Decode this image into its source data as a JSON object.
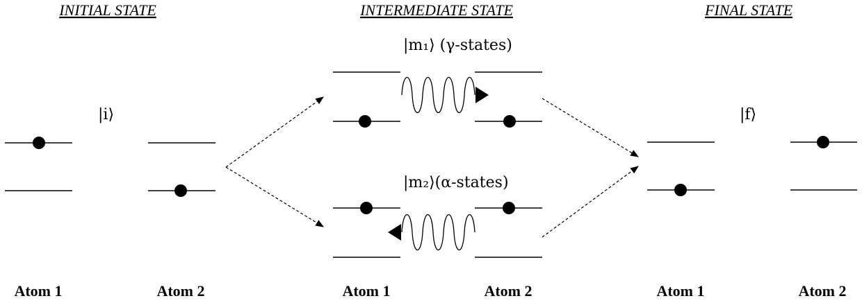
{
  "headers": {
    "initial": "INITIAL STATE",
    "intermediate": "INTERMEDIATE STATE",
    "final": "FINAL STATE"
  },
  "kets": {
    "initial": "|i⟩",
    "final": "|f⟩",
    "m1": "|m₁⟩ (γ-states)",
    "m2": "|m₂⟩(α-states)"
  },
  "atom_labels": {
    "initial_atom1": "Atom 1",
    "initial_atom2": "Atom 2",
    "intermediate_atom1": "Atom 1",
    "intermediate_atom2": "Atom 2",
    "final_atom1": "Atom 1",
    "final_atom2": "Atom 2"
  }
}
